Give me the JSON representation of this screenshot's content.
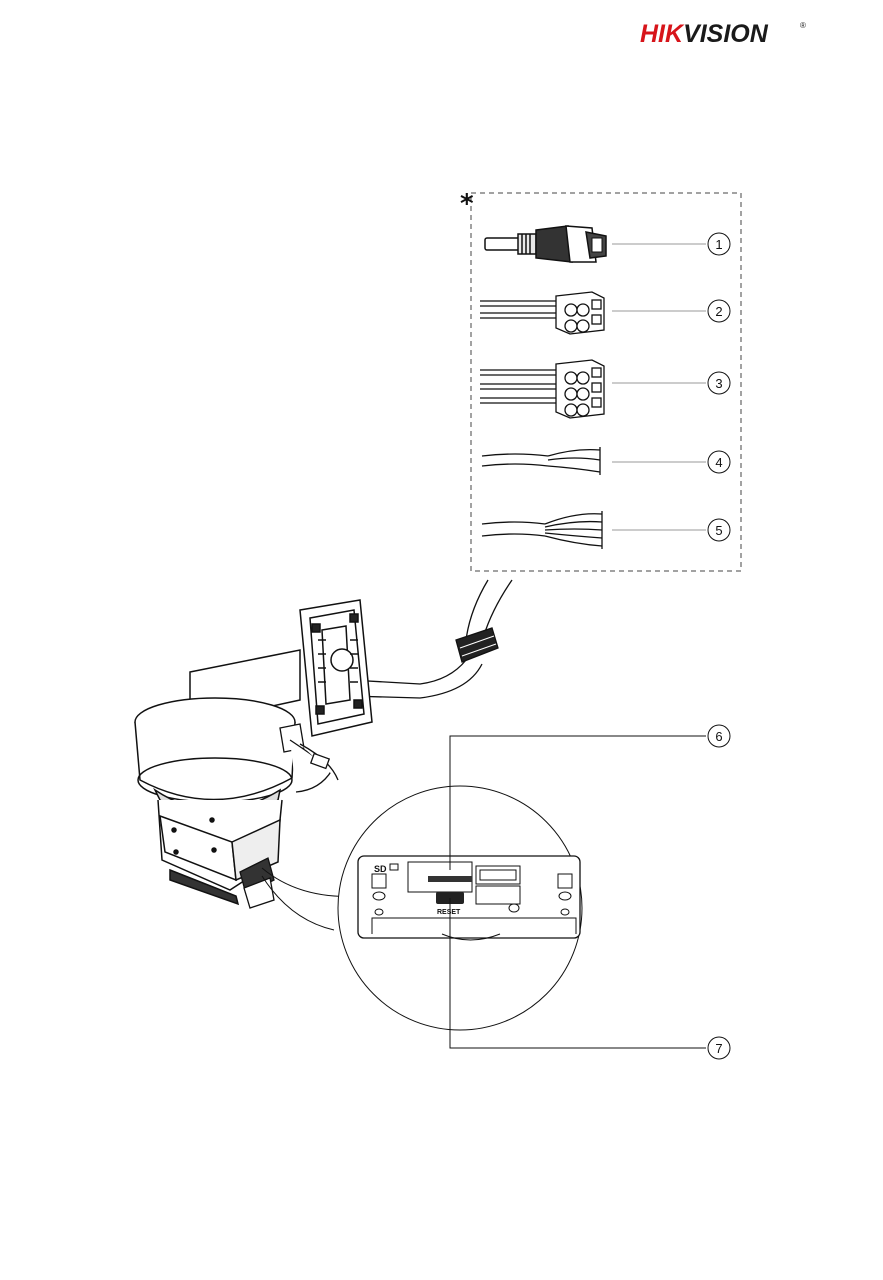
{
  "brand": {
    "part1": "HIK",
    "part2": "VISION",
    "registered": "®",
    "colors": {
      "hik": "#d7141a",
      "vision": "#1a1a1a"
    }
  },
  "accessory_marker": "*",
  "callouts": [
    {
      "number": "1",
      "icon": "rj45-network-connector-icon"
    },
    {
      "number": "2",
      "icon": "two-pin-terminal-block-icon"
    },
    {
      "number": "3",
      "icon": "three-pin-terminal-block-icon"
    },
    {
      "number": "4",
      "icon": "three-wire-cable-icon"
    },
    {
      "number": "5",
      "icon": "five-wire-cable-icon"
    },
    {
      "number": "6",
      "icon": "dip-switch-pointer-icon"
    },
    {
      "number": "7",
      "icon": "reset-button-pointer-icon"
    }
  ],
  "panel_labels": {
    "sd": "SD",
    "reset": "RESET"
  }
}
